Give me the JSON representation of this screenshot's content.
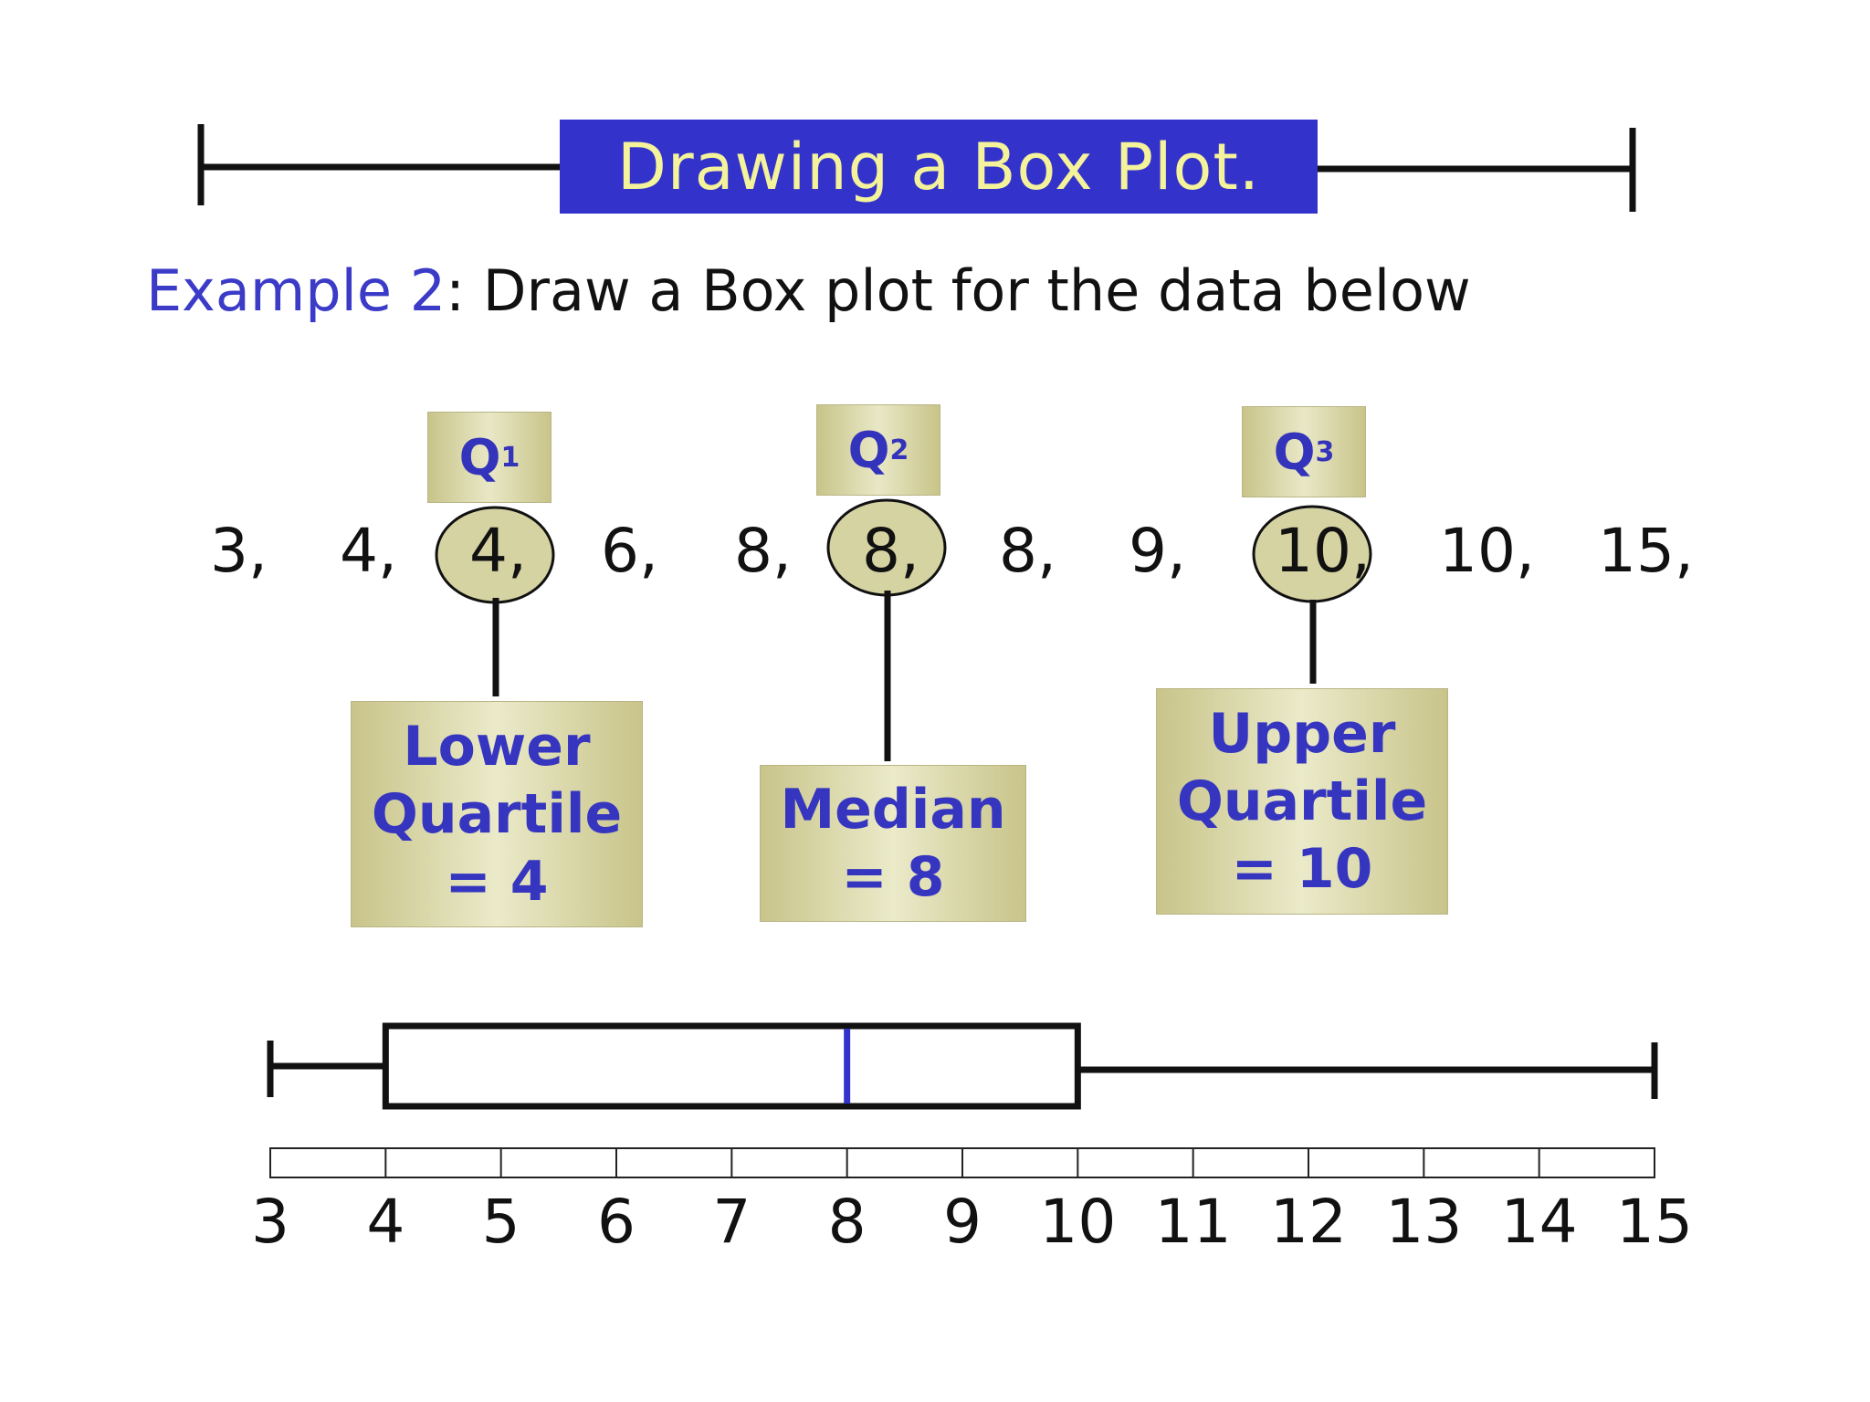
{
  "title": "Drawing a Box Plot.",
  "example": {
    "label": "Example 2",
    "colon": ":",
    "text": "Draw a Box plot for the data below"
  },
  "data_values": [
    "3,",
    "4,",
    "4,",
    "6,",
    "8,",
    "8,",
    "8,",
    "9,",
    "10,",
    "10,",
    "15,"
  ],
  "quartile_tags": [
    {
      "letter": "Q",
      "sub": "1"
    },
    {
      "letter": "Q",
      "sub": "2"
    },
    {
      "letter": "Q",
      "sub": "3"
    }
  ],
  "labels": {
    "lower": {
      "line1": "Lower",
      "line2": "Quartile",
      "line3": "= 4"
    },
    "median": {
      "line1": "Median",
      "line2": "= 8"
    },
    "upper": {
      "line1": "Upper",
      "line2": "Quartile",
      "line3": "= 10"
    }
  },
  "box_plot": {
    "min": 3,
    "q1": 4,
    "median": 8,
    "q3": 10,
    "max": 15
  },
  "axis_ticks": [
    "3",
    "4",
    "5",
    "6",
    "7",
    "8",
    "9",
    "10",
    "11",
    "12",
    "13",
    "14",
    "15"
  ],
  "colors": {
    "title_bg": "#3333cc",
    "title_text": "#f4f29a",
    "accent_blue": "#3b3bc8",
    "khaki": "#d6d3a3",
    "median_line": "#3333cc"
  }
}
